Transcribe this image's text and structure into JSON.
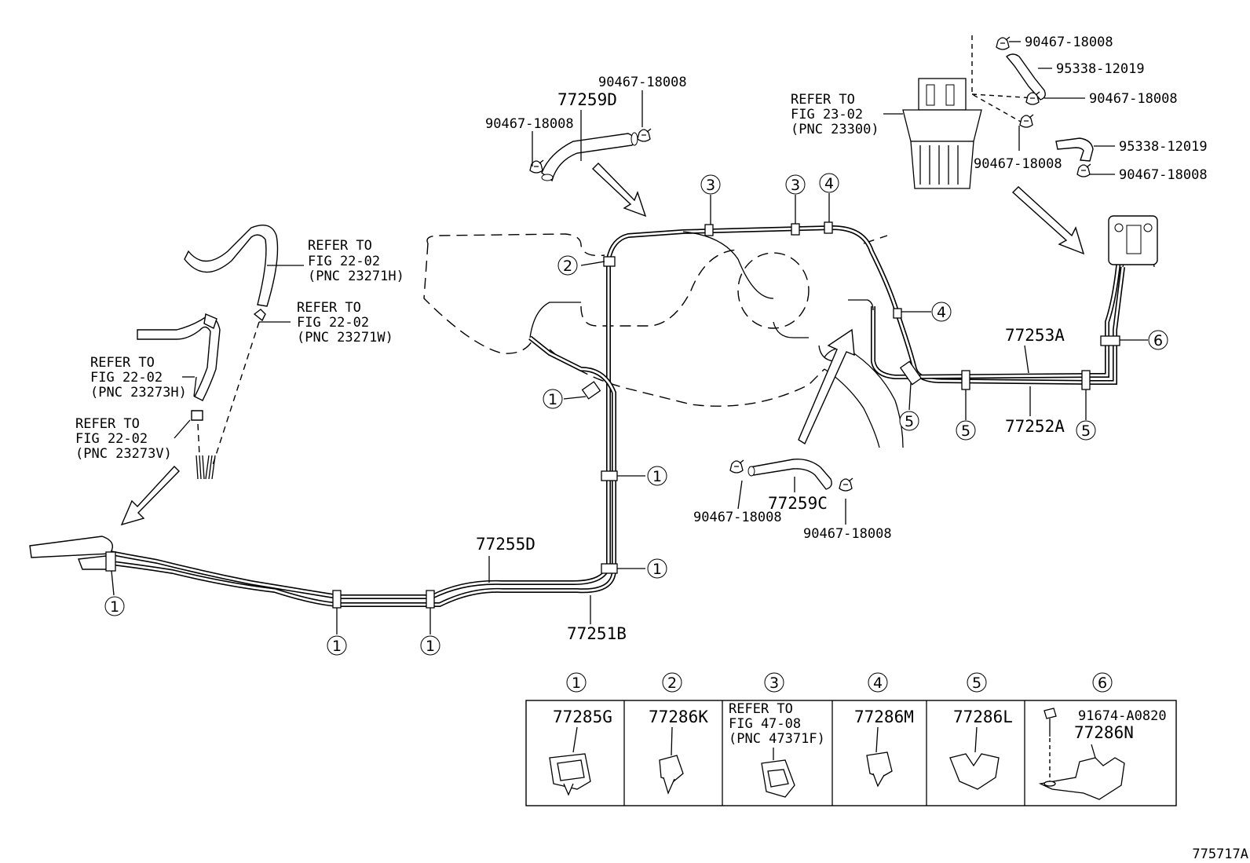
{
  "figure_number": "775717A",
  "part_labels": {
    "p77259D": "77259D",
    "p77259D_clamp_a": "90467-18008",
    "p77259D_clamp_b": "90467-18008",
    "p77259C": "77259C",
    "p77259C_clamp_a": "90467-18008",
    "p77259C_clamp_b": "90467-18008",
    "p77255D": "77255D",
    "p77251B": "77251B",
    "p77253A": "77253A",
    "p77252A": "77252A",
    "filter_clamp_1": "90467-18008",
    "filter_hose_1": "95338-12019",
    "filter_clamp_2": "90467-18008",
    "filter_clamp_3": "90467-18008",
    "filter_hose_2": "95338-12019",
    "filter_clamp_4": "90467-18008"
  },
  "refer_notes": {
    "fig23_02": [
      "REFER TO",
      "FIG 23-02",
      "(PNC 23300)"
    ],
    "fig22_02_h": [
      "REFER TO",
      "FIG 22-02",
      "(PNC 23271H)"
    ],
    "fig22_02_w": [
      "REFER TO",
      "FIG 22-02",
      "(PNC 23271W)"
    ],
    "fig22_02_3h": [
      "REFER TO",
      "FIG 22-02",
      "(PNC 23273H)"
    ],
    "fig22_02_3v": [
      "REFER TO",
      "FIG 22-02",
      "(PNC 23273V)"
    ]
  },
  "callouts": {
    "c1": "1",
    "c2": "2",
    "c3": "3",
    "c4": "4",
    "c5": "5",
    "c6": "6"
  },
  "legend": {
    "headers": [
      "1",
      "2",
      "3",
      "4",
      "5",
      "6"
    ],
    "cells": [
      {
        "part": "77285G"
      },
      {
        "part": "77286K"
      },
      {
        "note": [
          "REFER TO",
          "FIG 47-08",
          "(PNC 47371F)"
        ]
      },
      {
        "part": "77286M"
      },
      {
        "part": "77286L"
      },
      {
        "part": "77286N",
        "bolt": "91674-A0820"
      }
    ]
  }
}
